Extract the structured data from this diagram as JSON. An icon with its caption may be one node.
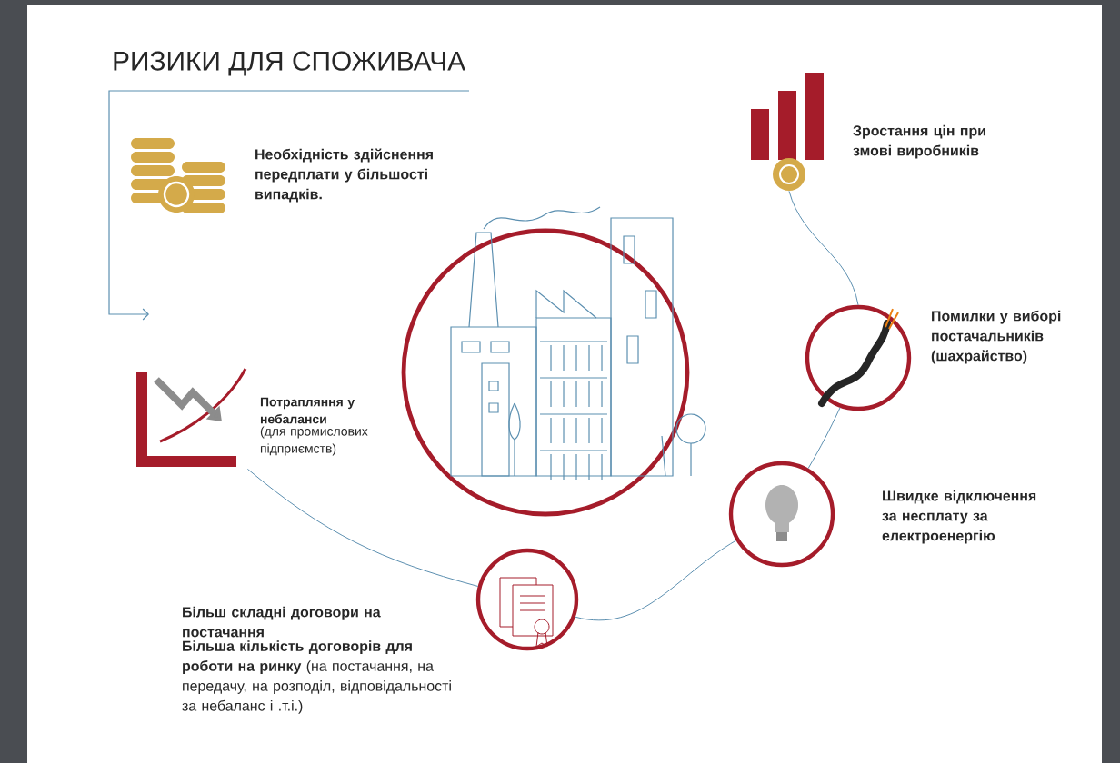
{
  "diagram": {
    "title": "РИЗИКИ ДЛЯ СПОЖИВАЧА",
    "nodes": [
      {
        "text": [],
        "shape": "picture",
        "beside": [
          "Необхідність здійснення передплати у більшості випадків."
        ]
      },
      {
        "text": [],
        "shape": "picture",
        "beside": [
          "Зростання цін при змові виробників"
        ]
      },
      {
        "text": [],
        "shape": "picture"
      },
      {
        "text": [],
        "shape": "picture",
        "beside": [
          "Помилки у виборі постачальників (шахрайство)"
        ]
      },
      {
        "text": [],
        "shape": "picture",
        "beside": [
          "Швидке відключення за несплату за електроенергію"
        ]
      },
      {
        "text": [],
        "shape": "picture",
        "beside": [
          "Більш складні договори на постачання",
          "**Більша кількість договорів для роботи на ринку** (на постачання, на передачу, на розподіл, відповідальності за небаланс і .т.і.)"
        ]
      },
      {
        "text": [],
        "shape": "picture",
        "beside": [
          "Потрапляння у небаланси",
          "(для промислових підприємств)"
        ]
      }
    ],
    "edges": [
      {
        "from": 1,
        "to": 3,
        "arrow": "none"
      },
      {
        "from": 3,
        "to": 4,
        "arrow": "none"
      },
      {
        "from": 4,
        "to": 5,
        "arrow": "none"
      },
      {
        "from": 6,
        "to": 5,
        "arrow": "none"
      }
    ]
  }
}
